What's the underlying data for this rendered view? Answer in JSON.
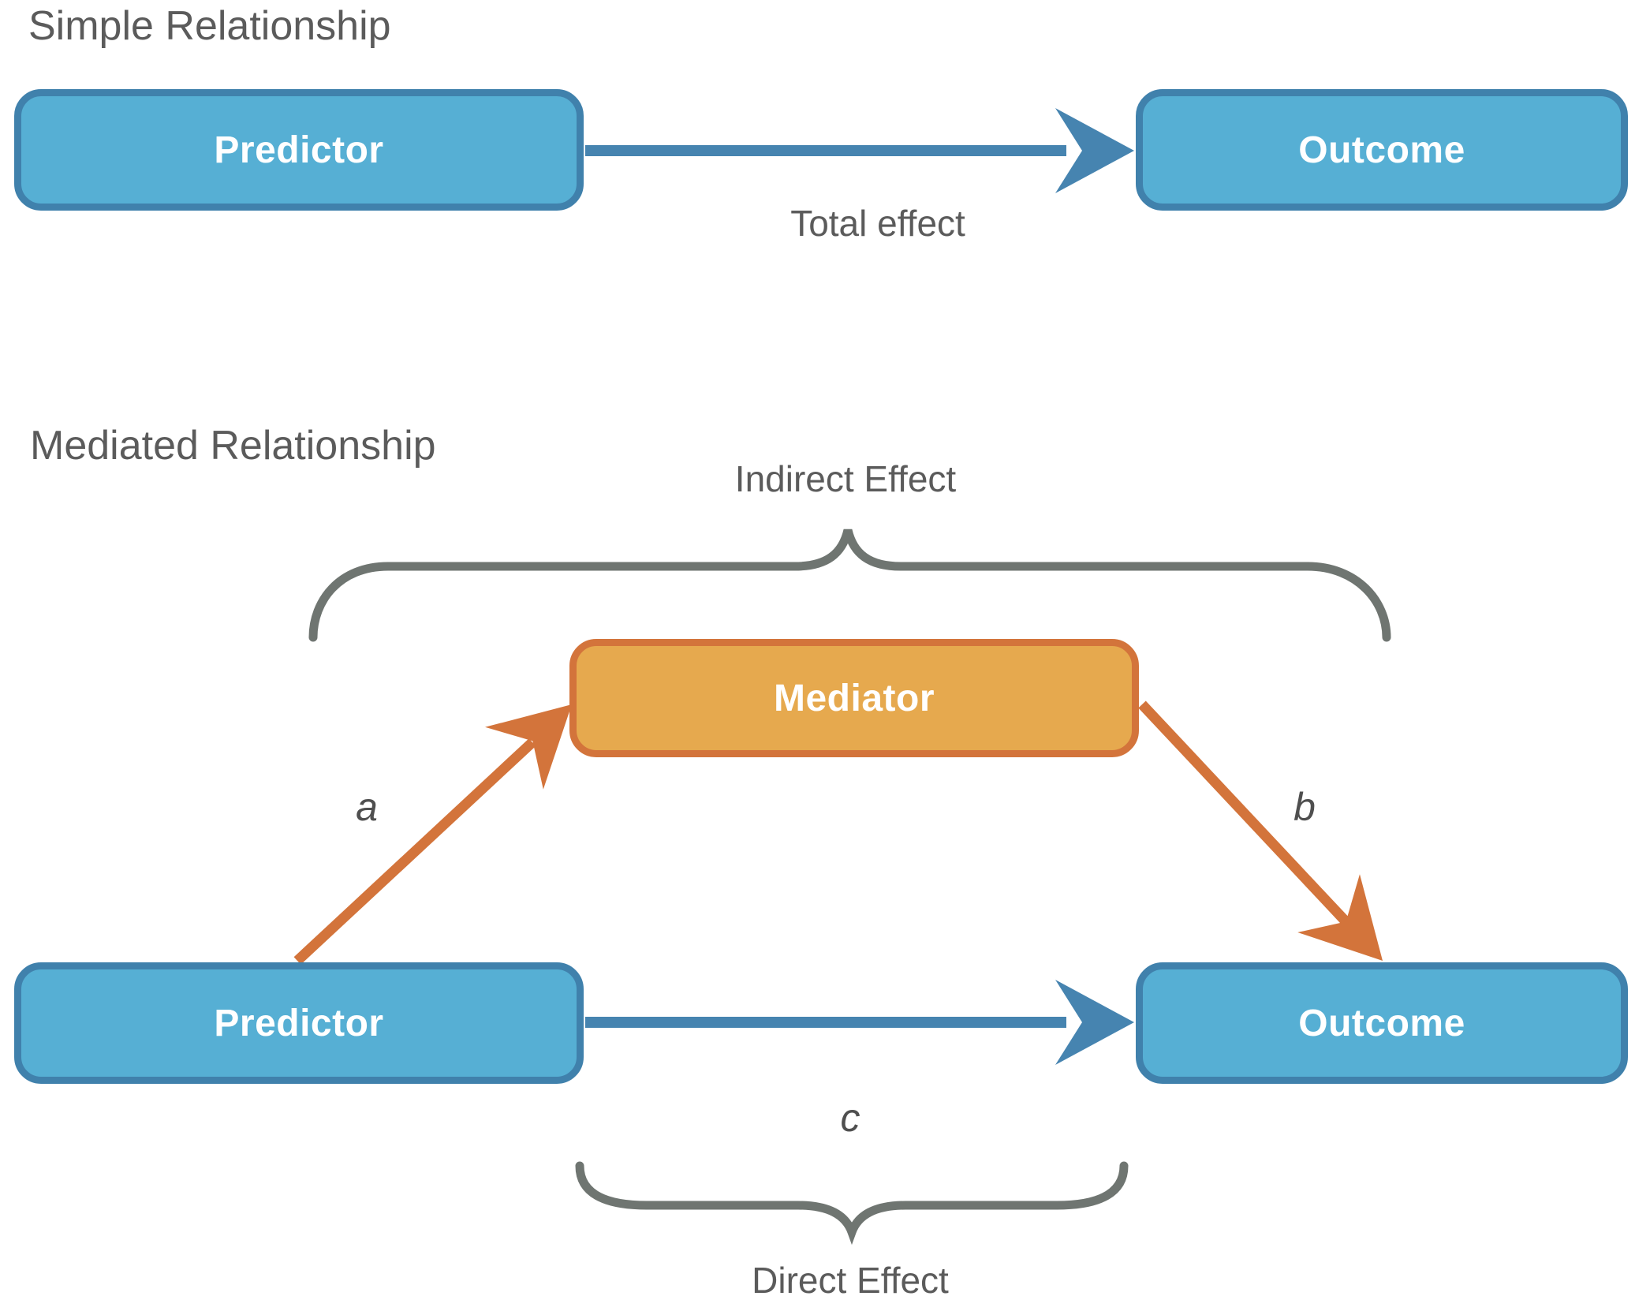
{
  "diagram": {
    "kind": "mediation-path-diagram",
    "simple": {
      "title": "Simple Relationship",
      "predictor_label": "Predictor",
      "outcome_label": "Outcome",
      "arrow_label": "Total effect"
    },
    "mediated": {
      "title": "Mediated Relationship",
      "indirect_effect_label": "Indirect Effect",
      "direct_effect_label": "Direct Effect",
      "mediator_label": "Mediator",
      "predictor_label": "Predictor",
      "outcome_label": "Outcome",
      "path_a_label": "a",
      "path_b_label": "b",
      "path_c_label": "c"
    }
  },
  "colors": {
    "blue-fill": "#56AFD4",
    "blue-border": "#4081AC",
    "arrow-blue": "#4684B0",
    "orange-fill": "#E6A94E",
    "orange-border": "#D3743B",
    "arrow-orange": "#D3743B",
    "brace-gray": "#6F7571",
    "title-gray": "#5B5B5B",
    "label-gray": "#4F4F4F",
    "node-text": "#FFFFFF"
  }
}
